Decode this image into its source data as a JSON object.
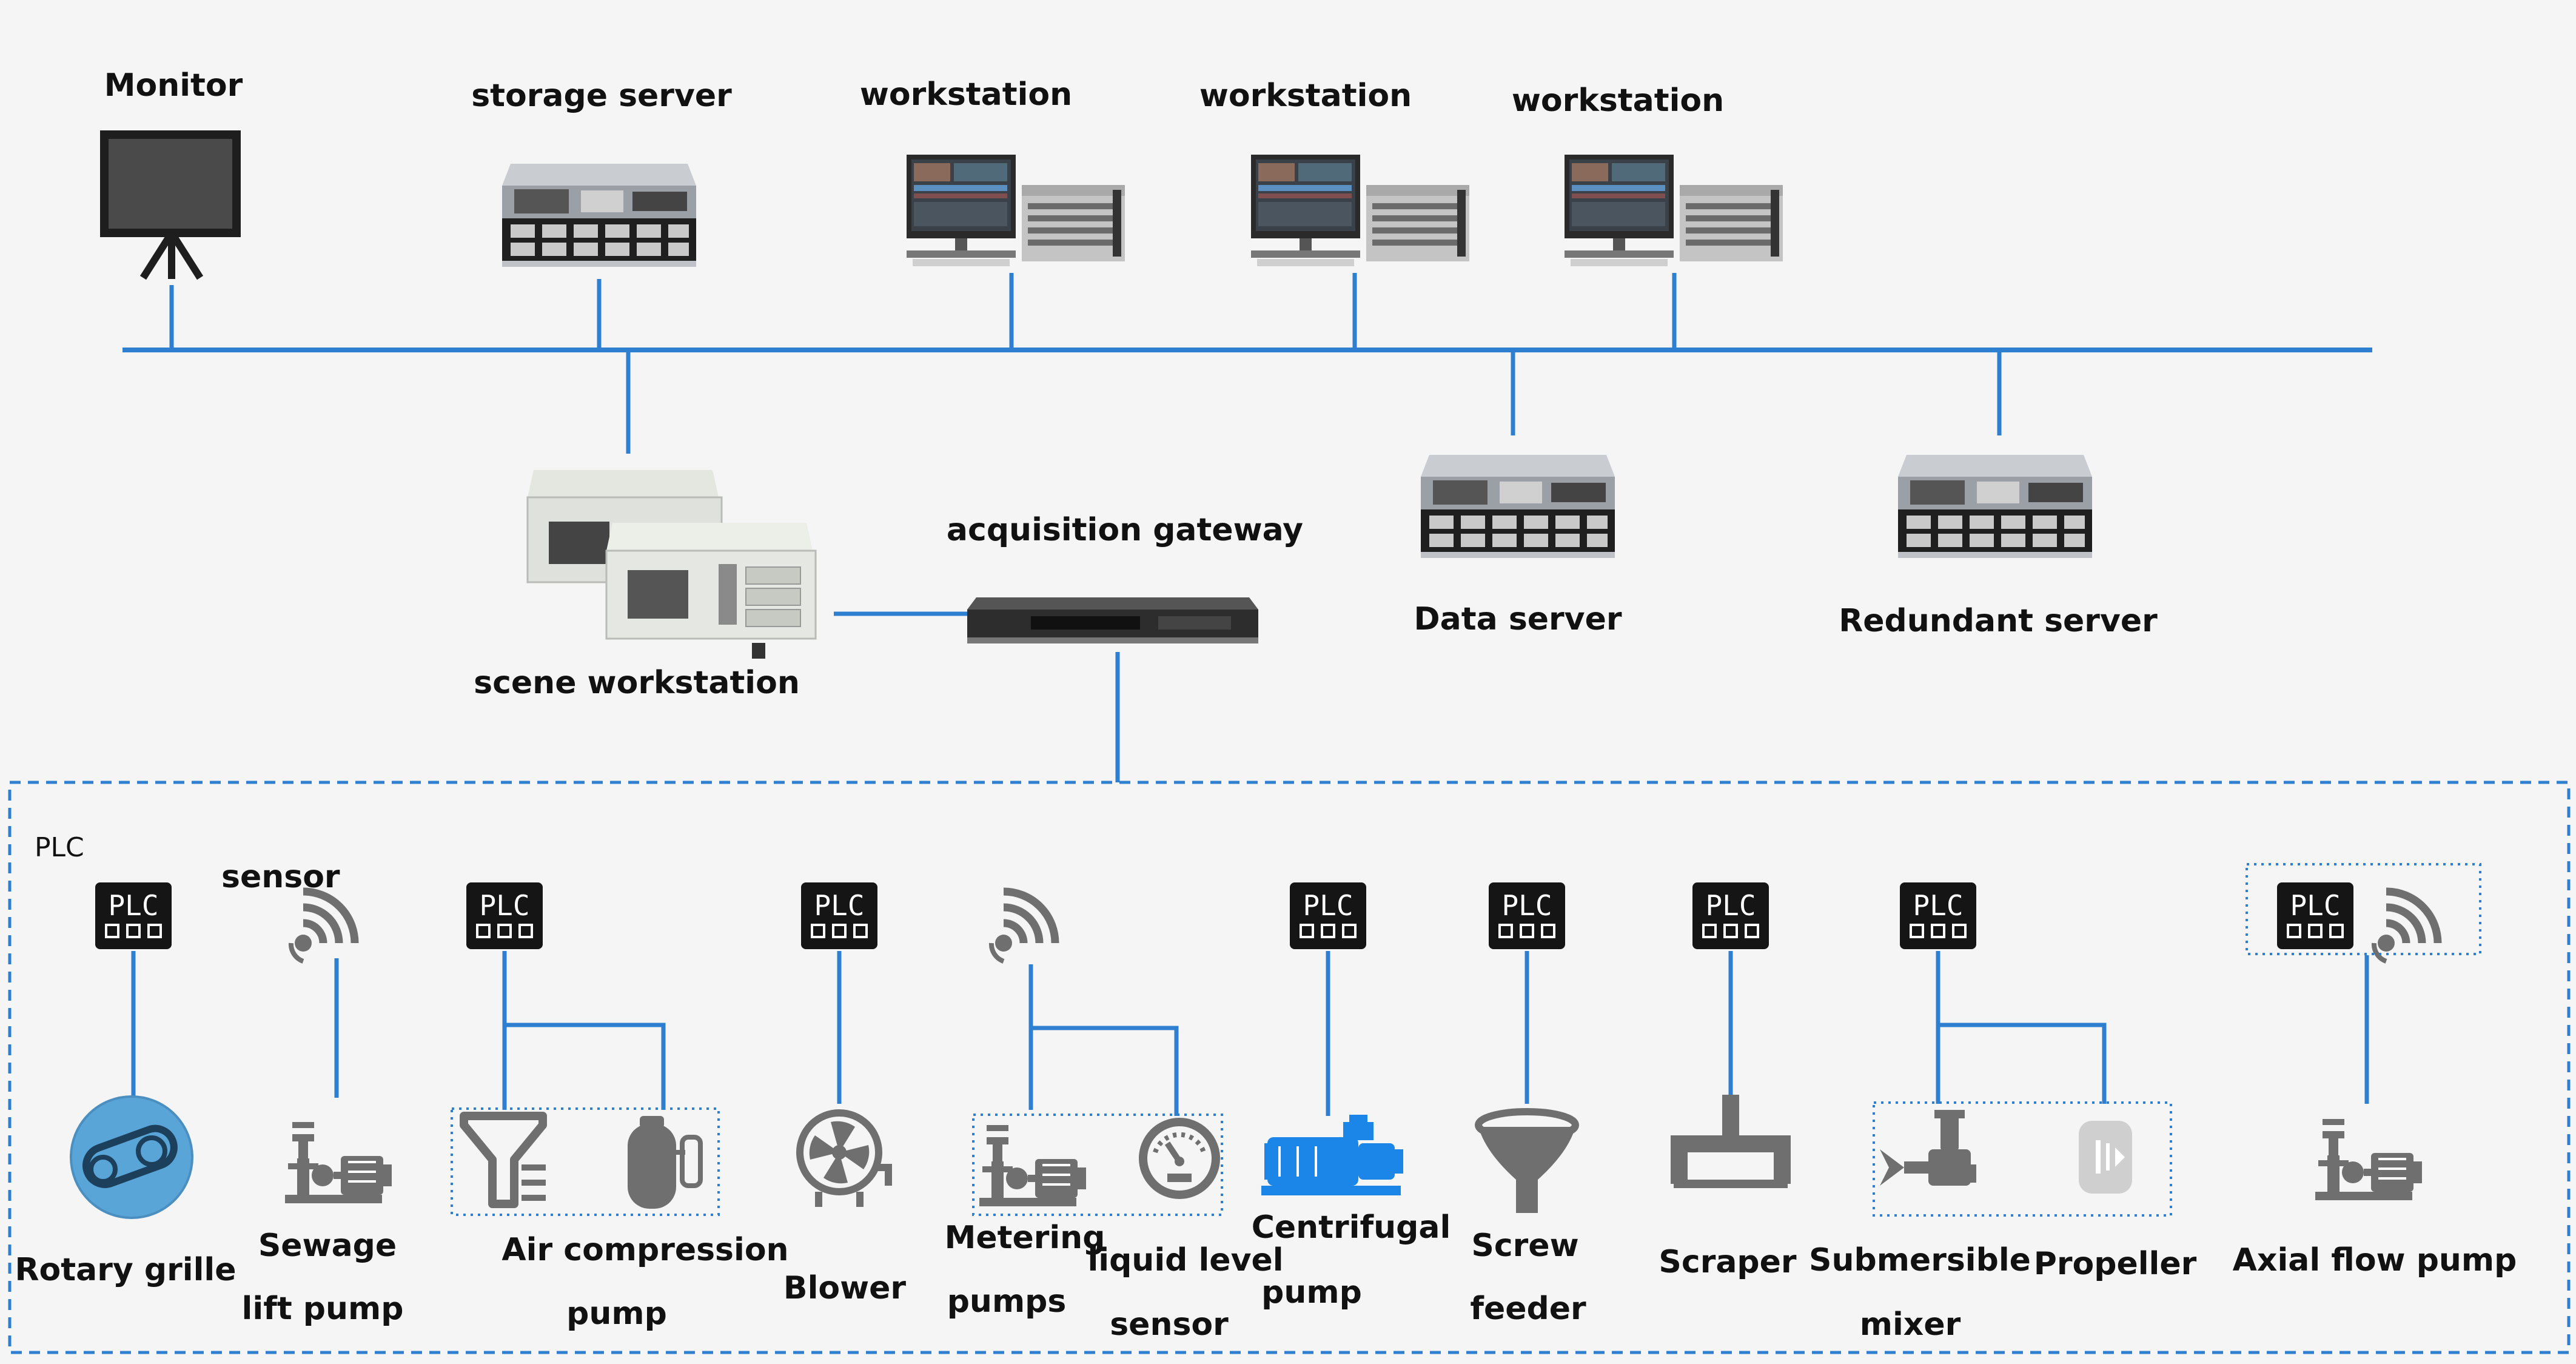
{
  "network": {
    "monitor": "Monitor",
    "storage_server": "storage server",
    "workstation_1": "workstation",
    "workstation_2": "workstation",
    "workstation_3": "workstation",
    "scene_workstation": "scene workstation",
    "acquisition_gateway": "acquisition gateway",
    "data_server": "Data server",
    "redundant_server": "Redundant server"
  },
  "field": {
    "group_label": "PLC",
    "sensor_label": "sensor",
    "plc_chip_text": "PLC",
    "devices": {
      "rotary_grille": "Rotary grille",
      "sewage_lift_pump_1": "Sewage",
      "sewage_lift_pump_2": "lift pump",
      "air_compression_1": "Air compression",
      "air_compression_2": "pump",
      "blower": "Blower",
      "metering_1": "Metering",
      "metering_2": "pumps",
      "liquid_level_1": "liquid level",
      "liquid_level_2": "sensor",
      "centrifugal_1": "Centrifugal",
      "centrifugal_2": "pump",
      "screw_1": "Screw",
      "screw_2": "feeder",
      "scraper": "Scraper",
      "submersible_1": "Submersible",
      "submersible_2": "mixer",
      "propeller": "Propeller",
      "axial": "Axial flow pump"
    }
  },
  "colors": {
    "line": "#2f7fd0",
    "chip": "#151515",
    "icon_gray": "#6f6f6f",
    "accent_blue": "#1c86e8",
    "grille_blue": "#5aa5d8",
    "dashed_border": "#2f7fd0"
  }
}
